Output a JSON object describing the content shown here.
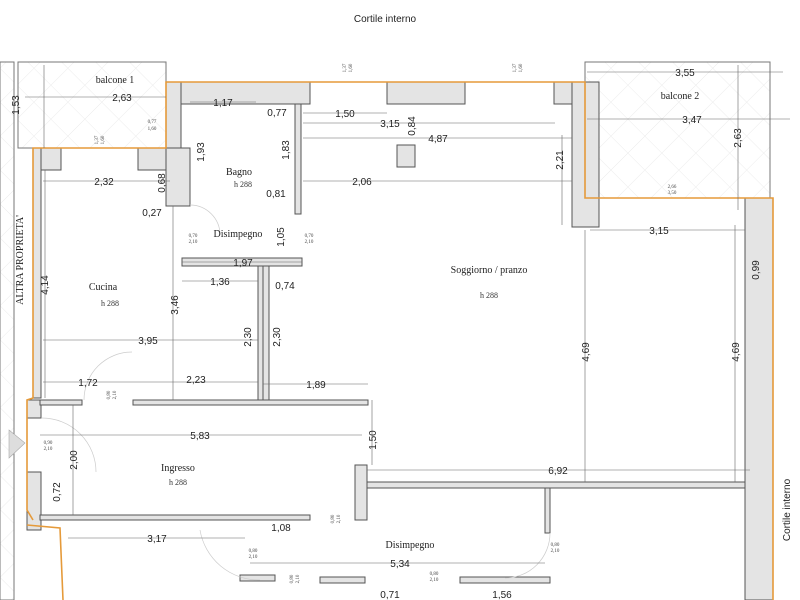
{
  "labels": {
    "courtyard_top": "Cortile interno",
    "courtyard_right": "Cortile interno",
    "neighbor": "ALTRA PROPRIETA'"
  },
  "rooms": {
    "balcone1": "balcone 1",
    "balcone2": "balcone 2",
    "bagno": "Bagno",
    "bagno_h": "h 288",
    "disimpegno1": "Disimpegno",
    "cucina": "Cucina",
    "cucina_h": "h 288",
    "soggiorno": "Soggiorno / pranzo",
    "soggiorno_h": "h 288",
    "ingresso": "Ingresso",
    "ingresso_h": "h 288",
    "disimpegno2": "Disimpegno"
  },
  "dims": {
    "b1_w": "2,63",
    "b1_h": "1,53",
    "bagno_w": "1,17",
    "shower_w": "0,77",
    "liv_a": "1,50",
    "liv_b": "3,15",
    "liv_c": "4,87",
    "col": "0,84",
    "bagno_h1": "1,93",
    "bagno_h2": "1,83",
    "bagno_door": "0,81",
    "liv_d": "2,06",
    "liv_e": "2,21",
    "b2_w1": "3,55",
    "b2_w2": "3,47",
    "b2_h": "2,63",
    "cuc_w": "2,32",
    "cuc_a": "0,68",
    "cuc_b": "0,27",
    "dis_h": "1,05",
    "liv_f": "3,15",
    "liv_g": "0,99",
    "dis_w": "1,97",
    "dis_a": "1,36",
    "dis_b": "0,74",
    "cuc_h": "4,14",
    "cuc_c": "3,46",
    "cuc_d": "3,95",
    "cor_a": "2,30",
    "cor_b": "2,30",
    "liv_h1": "4,69",
    "liv_h2": "4,69",
    "cuc_e": "1,72",
    "cuc_f": "2,23",
    "cor_c": "1,89",
    "ing_w": "5,83",
    "ing_a": "1,50",
    "ing_b": "2,00",
    "ing_c": "0,72",
    "liv_w": "6,92",
    "ing_d": "1,08",
    "ing_e": "3,17",
    "dis2_w": "5,34",
    "dis2_a": "0,71",
    "dis2_b": "1,56"
  },
  "openings": {
    "w1": "0,77",
    "w1b": "1,60",
    "w2": "1,37",
    "w2b": "1,60",
    "w3": "1,37",
    "w3b": "1,60",
    "w4": "1,37",
    "w4b": "1,60",
    "w5": "2,66",
    "w5b": "3,50",
    "d1": "0,70",
    "d1b": "2,10",
    "d2": "0,70",
    "d2b": "2,10",
    "d3": "0,80",
    "d3b": "2,10",
    "d4": "0,90",
    "d4b": "2,10",
    "d5": "0,80",
    "d5b": "2,10",
    "d6": "0,80",
    "d6b": "2,10",
    "d7": "0,80",
    "d7b": "2,10",
    "d8": "0,80",
    "d8b": "2,10",
    "d9": "0,80",
    "d9b": "2,10"
  }
}
